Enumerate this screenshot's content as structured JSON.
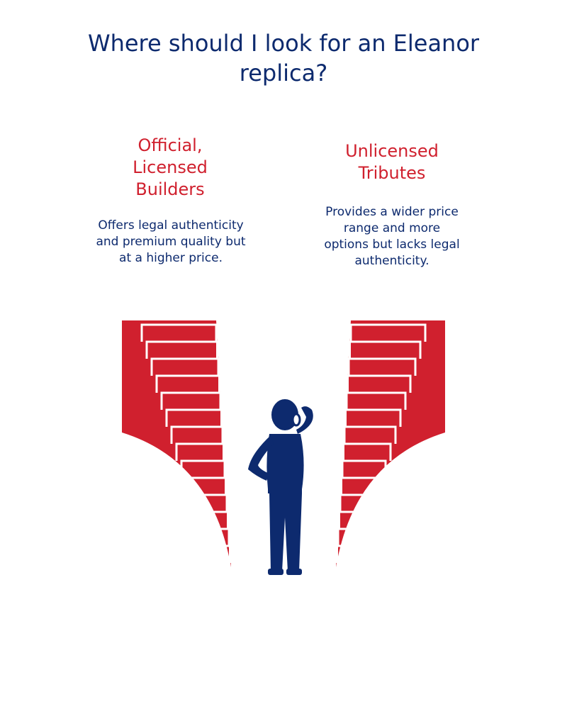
{
  "title": "Where should I look for an Eleanor replica?",
  "options": [
    {
      "heading": "Official, Licensed Builders",
      "description": "Offers legal authenticity and premium quality but at a higher price."
    },
    {
      "heading": "Unlicensed Tributes",
      "description": "Provides a wider price range and more options but lacks legal authenticity."
    }
  ],
  "colors": {
    "title": "#0d2a6e",
    "accent_red": "#d0202e",
    "figure_navy": "#0d2a6e"
  }
}
